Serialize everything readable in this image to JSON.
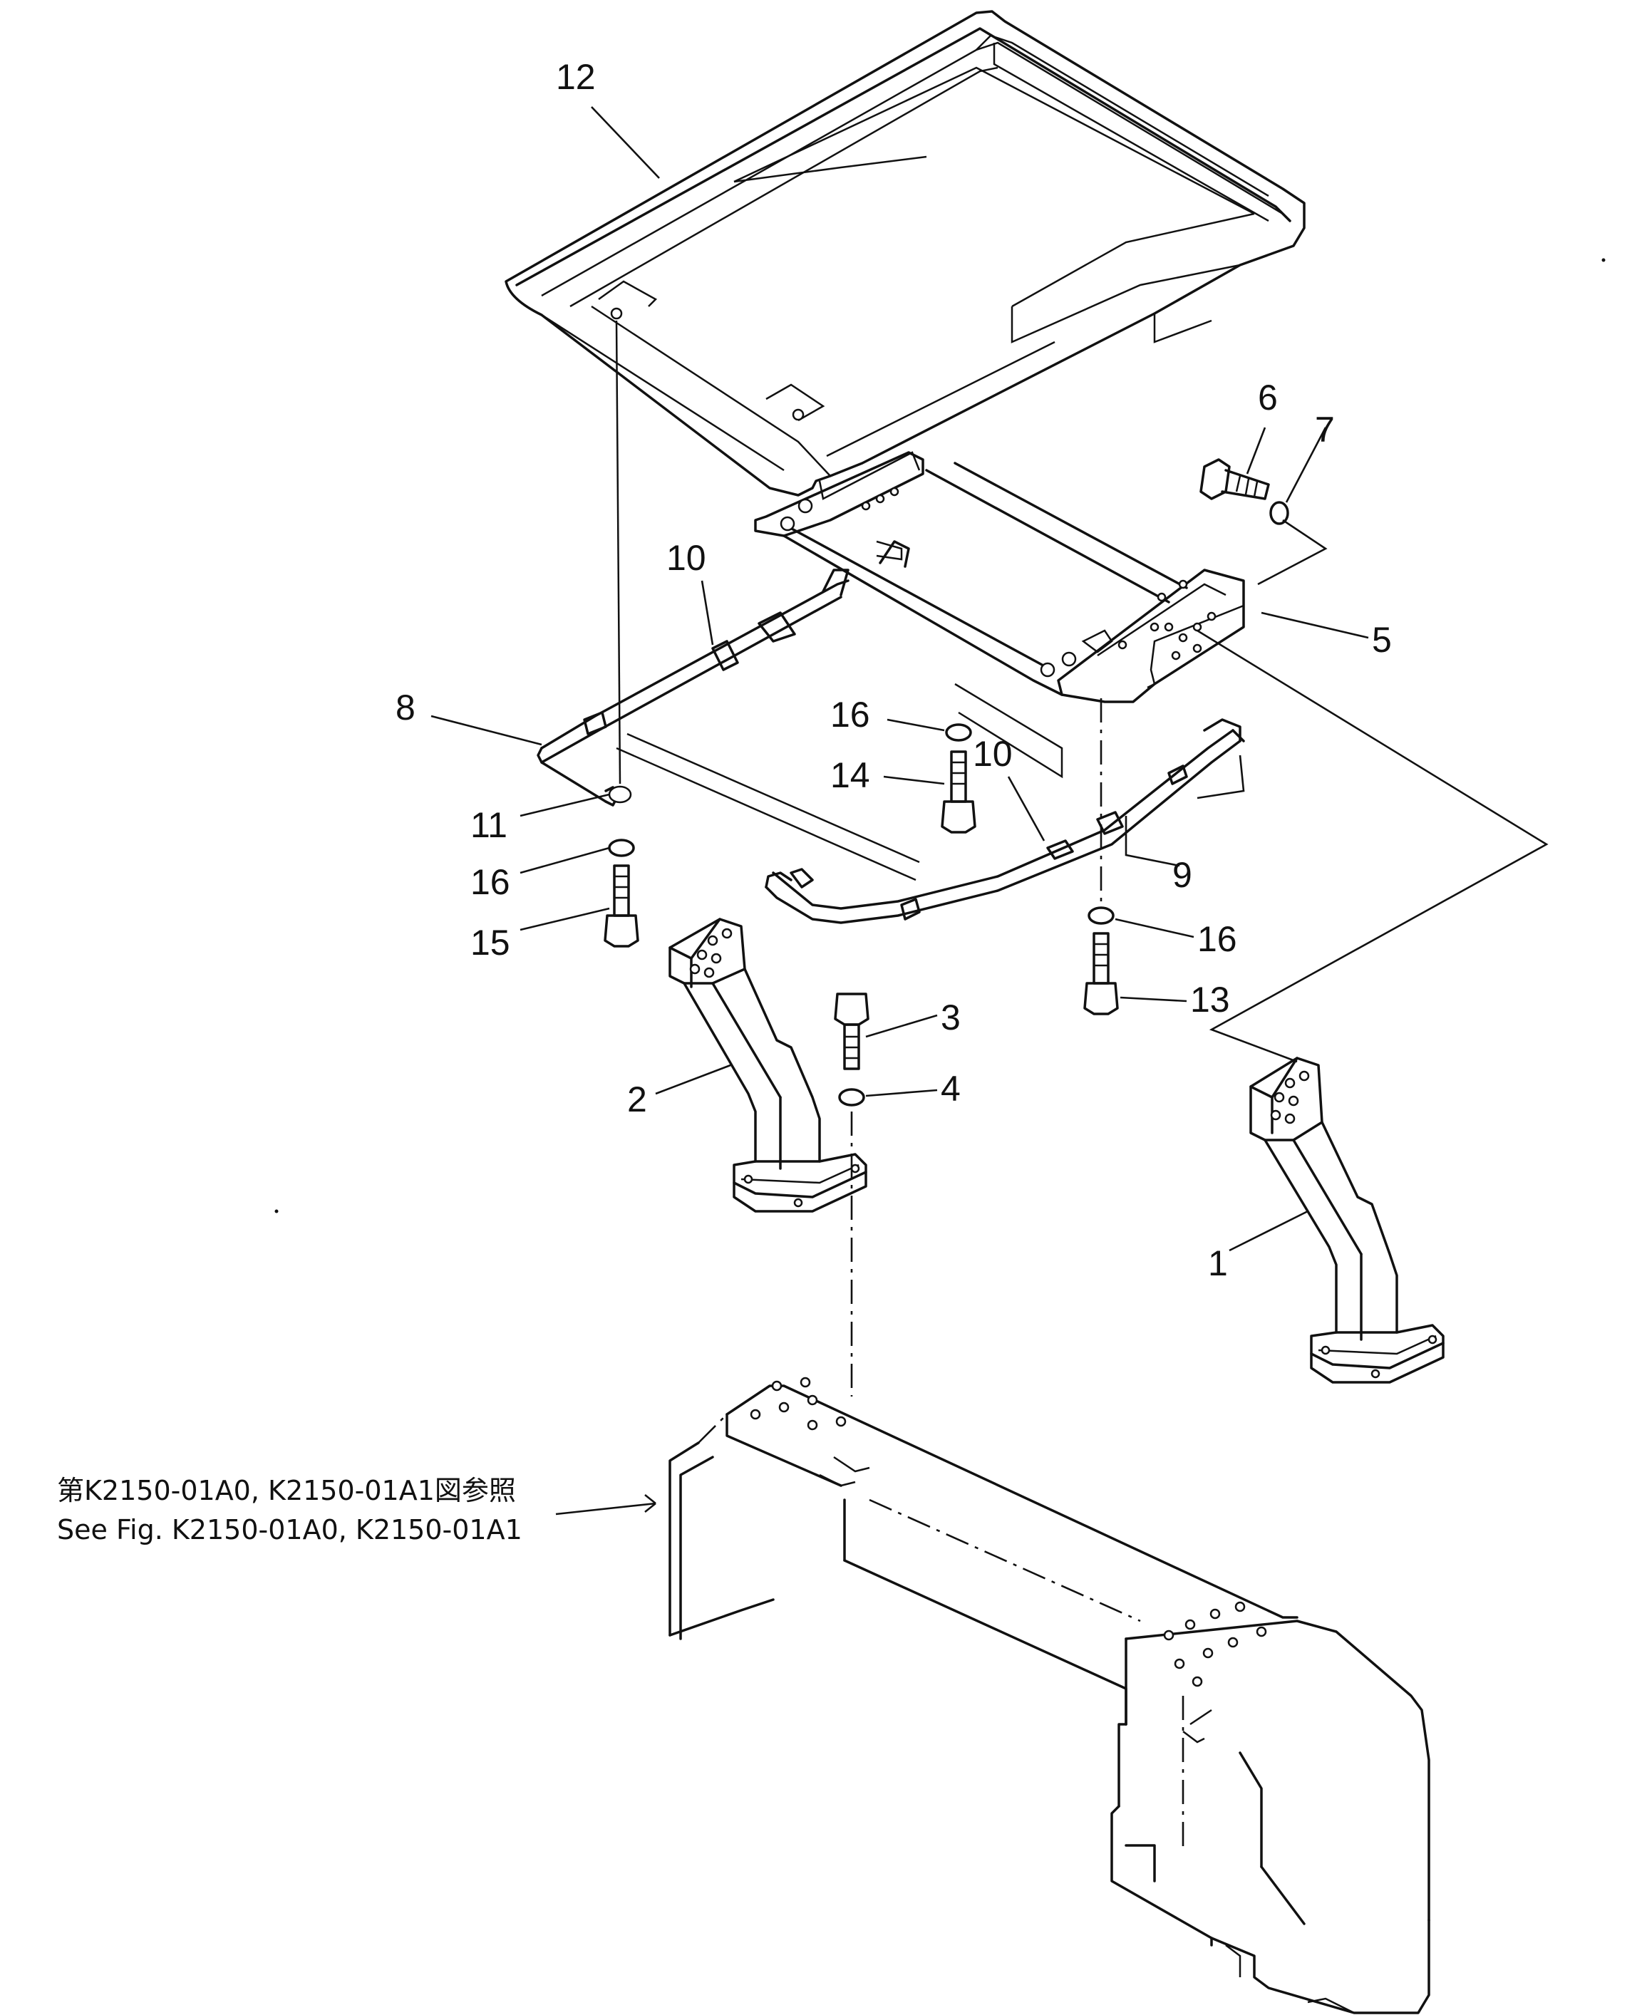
{
  "callouts": [
    {
      "id": "12",
      "label": "12"
    },
    {
      "id": "6",
      "label": "6"
    },
    {
      "id": "7",
      "label": "7"
    },
    {
      "id": "10a",
      "label": "10"
    },
    {
      "id": "5",
      "label": "5"
    },
    {
      "id": "8",
      "label": "8"
    },
    {
      "id": "16a",
      "label": "16"
    },
    {
      "id": "14",
      "label": "14"
    },
    {
      "id": "10b",
      "label": "10"
    },
    {
      "id": "11",
      "label": "11"
    },
    {
      "id": "16b",
      "label": "16"
    },
    {
      "id": "9",
      "label": "9"
    },
    {
      "id": "15",
      "label": "15"
    },
    {
      "id": "16c",
      "label": "16"
    },
    {
      "id": "3",
      "label": "3"
    },
    {
      "id": "13",
      "label": "13"
    },
    {
      "id": "2",
      "label": "2"
    },
    {
      "id": "4",
      "label": "4"
    },
    {
      "id": "1",
      "label": "1"
    }
  ],
  "reference": {
    "line1": "第K2150-01A0, K2150-01A1図参照",
    "line2": "See Fig. K2150-01A0, K2150-01A1"
  }
}
